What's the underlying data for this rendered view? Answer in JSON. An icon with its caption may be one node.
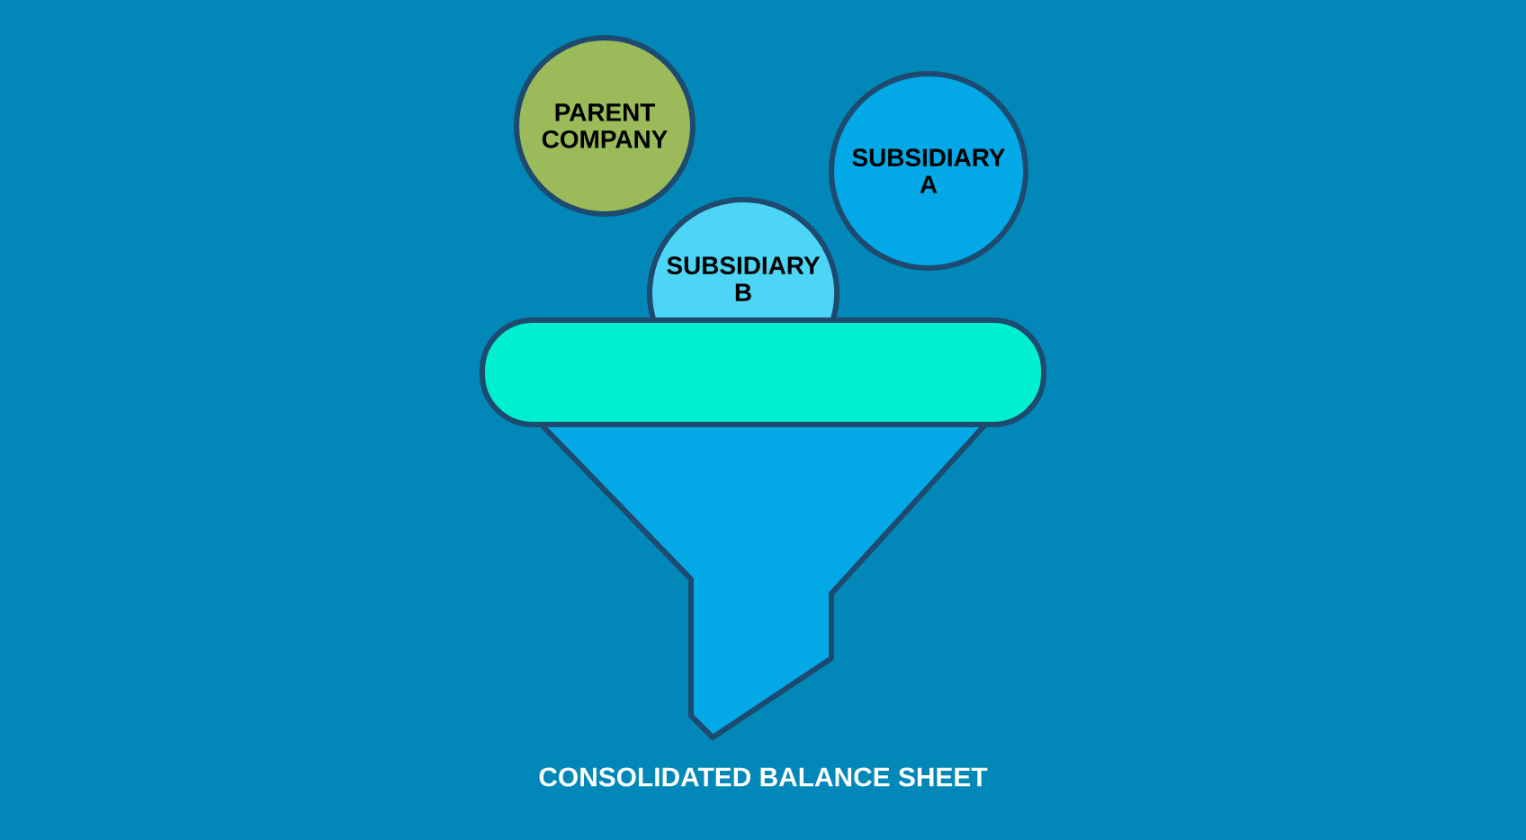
{
  "diagram": {
    "caption": "CONSOLIDATED BALANCE SHEET",
    "nodes": [
      {
        "text": [
          "PARENT COMPANY"
        ]
      },
      {
        "text": [
          "SUBSIDIARY A"
        ]
      },
      {
        "text": [
          "SUBSIDIARY B"
        ]
      }
    ]
  }
}
